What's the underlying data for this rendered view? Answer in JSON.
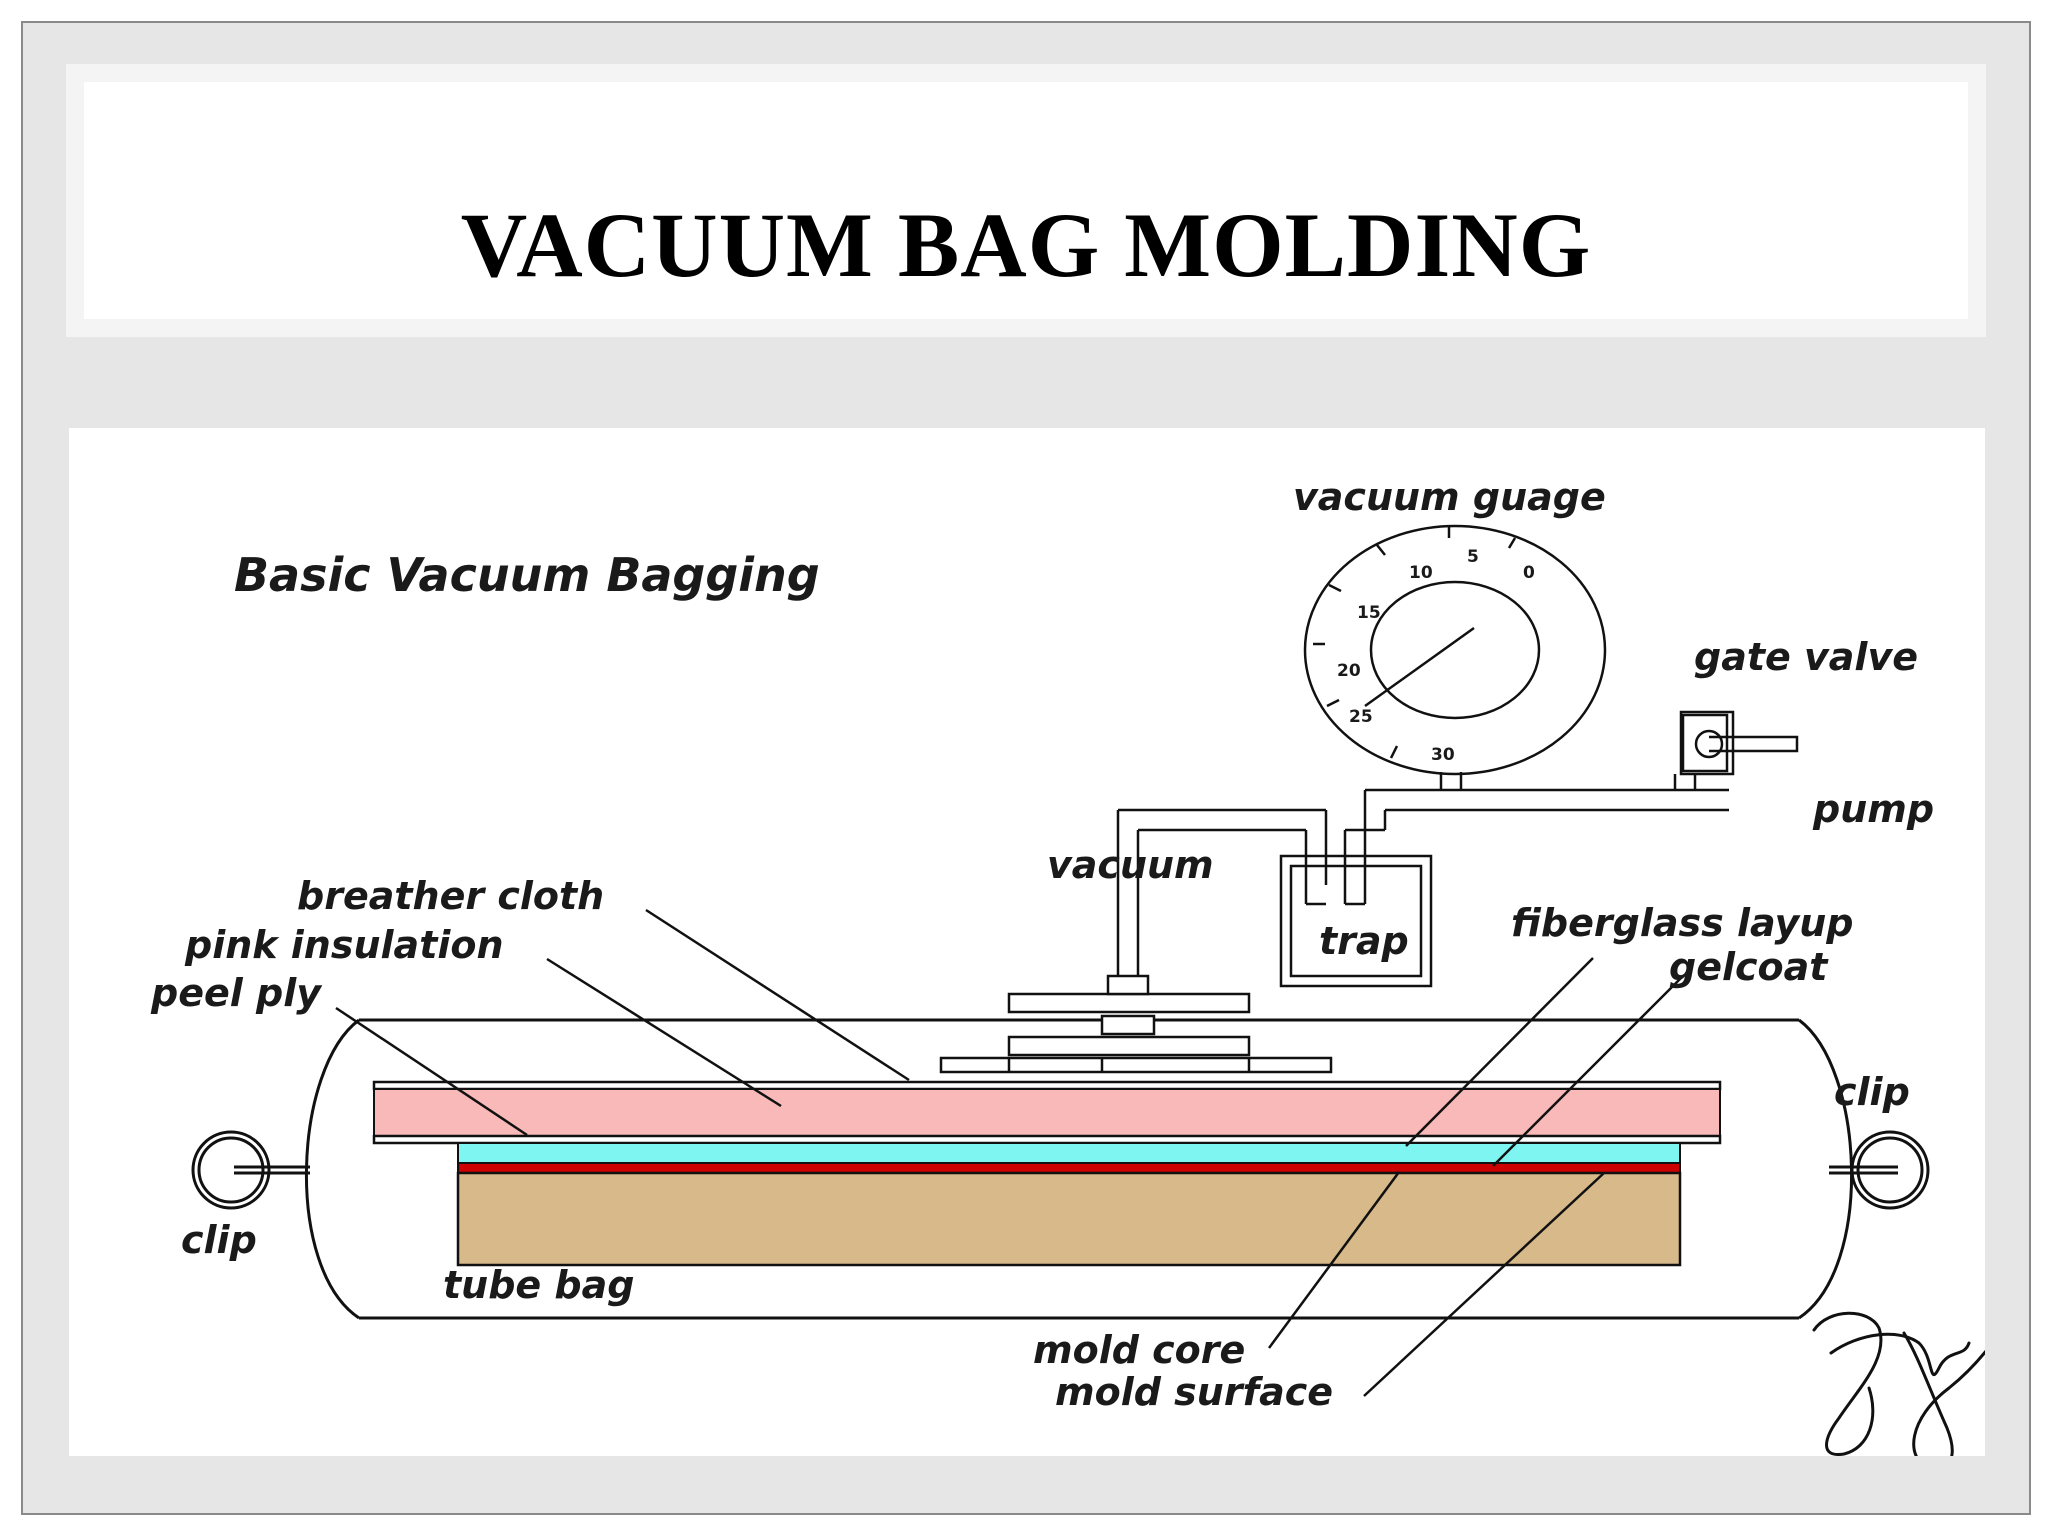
{
  "slide": {
    "title": "VACUUM BAG MOLDING"
  },
  "diagram": {
    "heading": "Basic Vacuum Bagging",
    "labels": {
      "vacuum_gauge": "vacuum guage",
      "gate_valve": "gate valve",
      "pump": "pump",
      "vacuum": "vacuum",
      "trap": "trap",
      "breather_cloth": "breather cloth",
      "pink_insulation": "pink insulation",
      "peel_ply": "peel ply",
      "fiberglass_layup": "fiberglass layup",
      "gelcoat": "gelcoat",
      "clip_right": "clip",
      "clip_left": "clip",
      "tube_bag": "tube bag",
      "mold_core": "mold core",
      "mold_surface": "mold surface"
    },
    "gauge_ticks": [
      "5",
      "0",
      "10",
      "15",
      "20",
      "25",
      "30"
    ],
    "colors": {
      "pink_insulation": "#f9b9b9",
      "fiberglass_layup": "#7ff5f2",
      "gelcoat": "#cc0000",
      "mold_core": "#d8b98a"
    },
    "signature": "signature"
  }
}
